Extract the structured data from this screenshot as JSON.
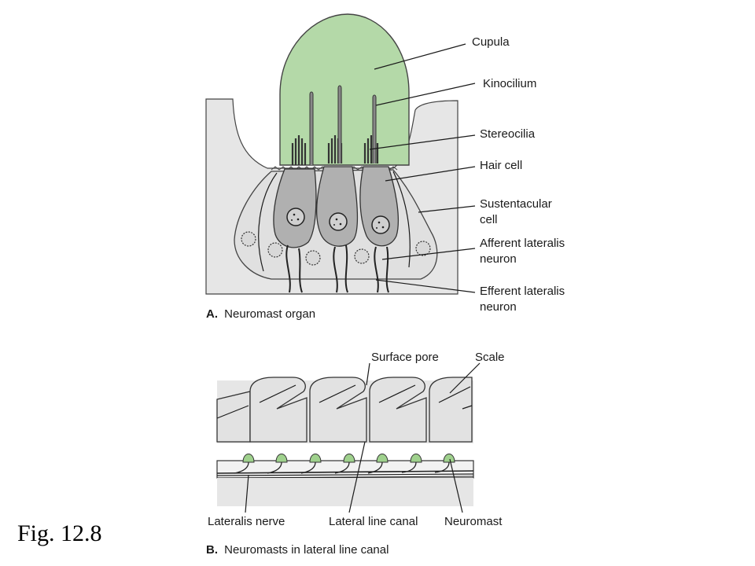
{
  "figure_number": "Fig. 12.8",
  "colors": {
    "cupula": "#b4d9a8",
    "tissue": "#e6e6e6",
    "hair_cell": "#b0b0b0",
    "sustentacular_cell": "#e0e0e0",
    "outline": "#333333",
    "neuromast": "#9fd18d"
  },
  "panel_a": {
    "caption_letter": "A.",
    "caption_text": "Neuromast organ",
    "labels": {
      "cupula": "Cupula",
      "kinocilium": "Kinocilium",
      "stereocilia": "Stereocilia",
      "hair_cell": "Hair cell",
      "sustentacular_line1": "Sustentacular",
      "sustentacular_line2": "cell",
      "afferent_line1": "Afferent lateralis",
      "afferent_line2": "neuron",
      "efferent_line1": "Efferent lateralis",
      "efferent_line2": "neuron"
    }
  },
  "panel_b": {
    "caption_letter": "B.",
    "caption_text": "Neuromasts in lateral line canal",
    "labels": {
      "surface_pore": "Surface pore",
      "scale": "Scale",
      "lateralis_nerve": "Lateralis nerve",
      "lateral_line_canal": "Lateral line canal",
      "neuromast": "Neuromast"
    }
  }
}
